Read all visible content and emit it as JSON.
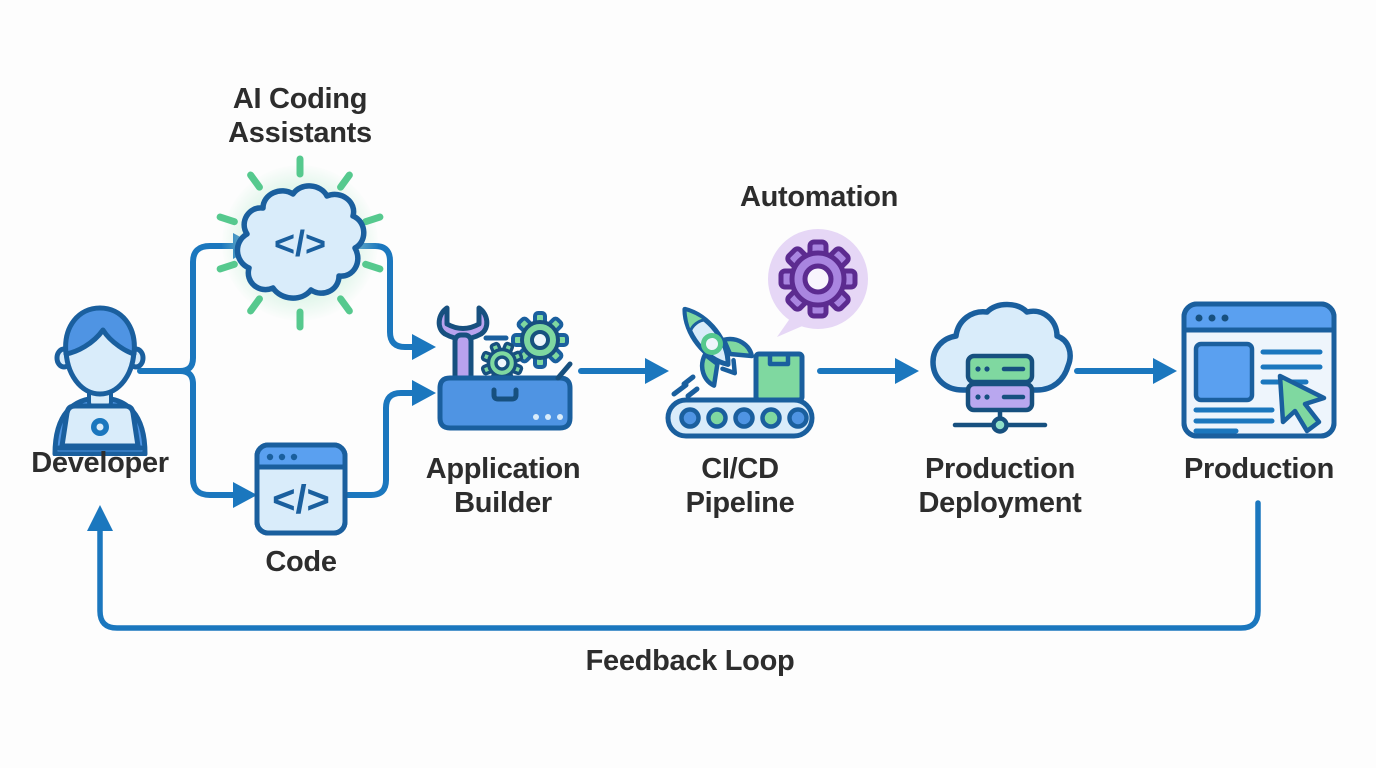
{
  "background": "#fdfdfd",
  "colors": {
    "arrow": "#1b77be",
    "outline": "#1a5f9e",
    "outline_dark": "#17507f",
    "label": "#2d2d2d",
    "light_blue": "#d9ecfa",
    "lighter_blue": "#eef5fc",
    "mid_blue": "#4f94e3",
    "header_blue": "#5aa0f0",
    "green": "#7fd8a0",
    "green_dark": "#56c98e",
    "glow_green": "#bfedd4",
    "purple": "#a985e0",
    "purple_dark": "#5c2b90",
    "purple_light": "#e6d7f6",
    "wrench_purple": "#b9a2ee",
    "server_purple": "#b9a7ef",
    "teal": "#8fe0c8"
  },
  "nodes": {
    "developer": {
      "label": "Developer"
    },
    "ai_assistants": {
      "label": "AI Coding Assistants"
    },
    "code": {
      "label": "Code"
    },
    "application_builder": {
      "label": "Application Builder"
    },
    "cicd_pipeline": {
      "label": "CI/CD Pipeline"
    },
    "automation": {
      "label": "Automation"
    },
    "production_deployment": {
      "label": "Production Deployment"
    },
    "production": {
      "label": "Production"
    }
  },
  "edges": {
    "feedback_loop": {
      "label": "Feedback Loop"
    }
  },
  "icons": {
    "code_glyph": "</>"
  }
}
